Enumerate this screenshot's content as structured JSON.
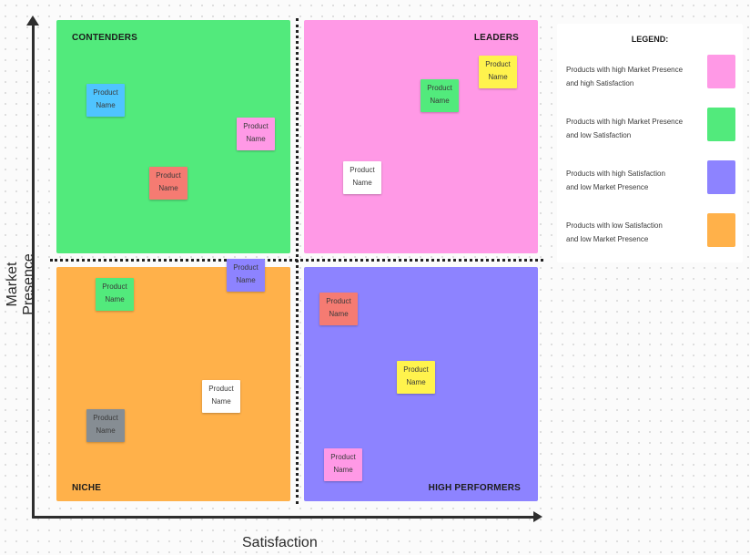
{
  "quadrants": {
    "contenders": {
      "label": "CONTENDERS",
      "color": "#52ea7c"
    },
    "leaders": {
      "label": "LEADERS",
      "color": "#ff99e6"
    },
    "niche": {
      "label": "NICHE",
      "color": "#ffb14a"
    },
    "high_performers": {
      "label": "HIGH PERFORMERS",
      "color": "#8d83ff"
    }
  },
  "axes": {
    "x_label": "Satisfaction",
    "y_label": "Market Presence"
  },
  "product_notes": [
    {
      "line1": "Product",
      "line2": "Name",
      "color": "#4fc4ff"
    },
    {
      "line1": "Product",
      "line2": "Name",
      "color": "#ff99e6"
    },
    {
      "line1": "Product",
      "line2": "Name",
      "color": "#f57b72"
    },
    {
      "line1": "Product",
      "line2": "Name",
      "color": "#fff34d"
    },
    {
      "line1": "Product",
      "line2": "Name",
      "color": "#52ea7c"
    },
    {
      "line1": "Product",
      "line2": "Name",
      "color": "#ffffff"
    },
    {
      "line1": "Product",
      "line2": "Name",
      "color": "#8d83ff"
    },
    {
      "line1": "Product",
      "line2": "Name",
      "color": "#52ea7c"
    },
    {
      "line1": "Product",
      "line2": "Name",
      "color": "#ffffff"
    },
    {
      "line1": "Product",
      "line2": "Name",
      "color": "#868d93"
    },
    {
      "line1": "Product",
      "line2": "Name",
      "color": "#f57b72"
    },
    {
      "line1": "Product",
      "line2": "Name",
      "color": "#fff34d"
    },
    {
      "line1": "Product",
      "line2": "Name",
      "color": "#ff99e6"
    }
  ],
  "legend": {
    "title": "LEGEND:",
    "items": [
      {
        "line1": "Products with high Market Presence",
        "line2": "and high Satisfaction",
        "color": "#ff99e6"
      },
      {
        "line1": "Products with high Market Presence",
        "line2": "and low Satisfaction",
        "color": "#52ea7c"
      },
      {
        "line1": "Products with high Satisfaction",
        "line2": "and low Market Presence",
        "color": "#8d83ff"
      },
      {
        "line1": "Products with low Satisfaction",
        "line2": "and low Market Presence",
        "color": "#ffb14a"
      }
    ]
  }
}
